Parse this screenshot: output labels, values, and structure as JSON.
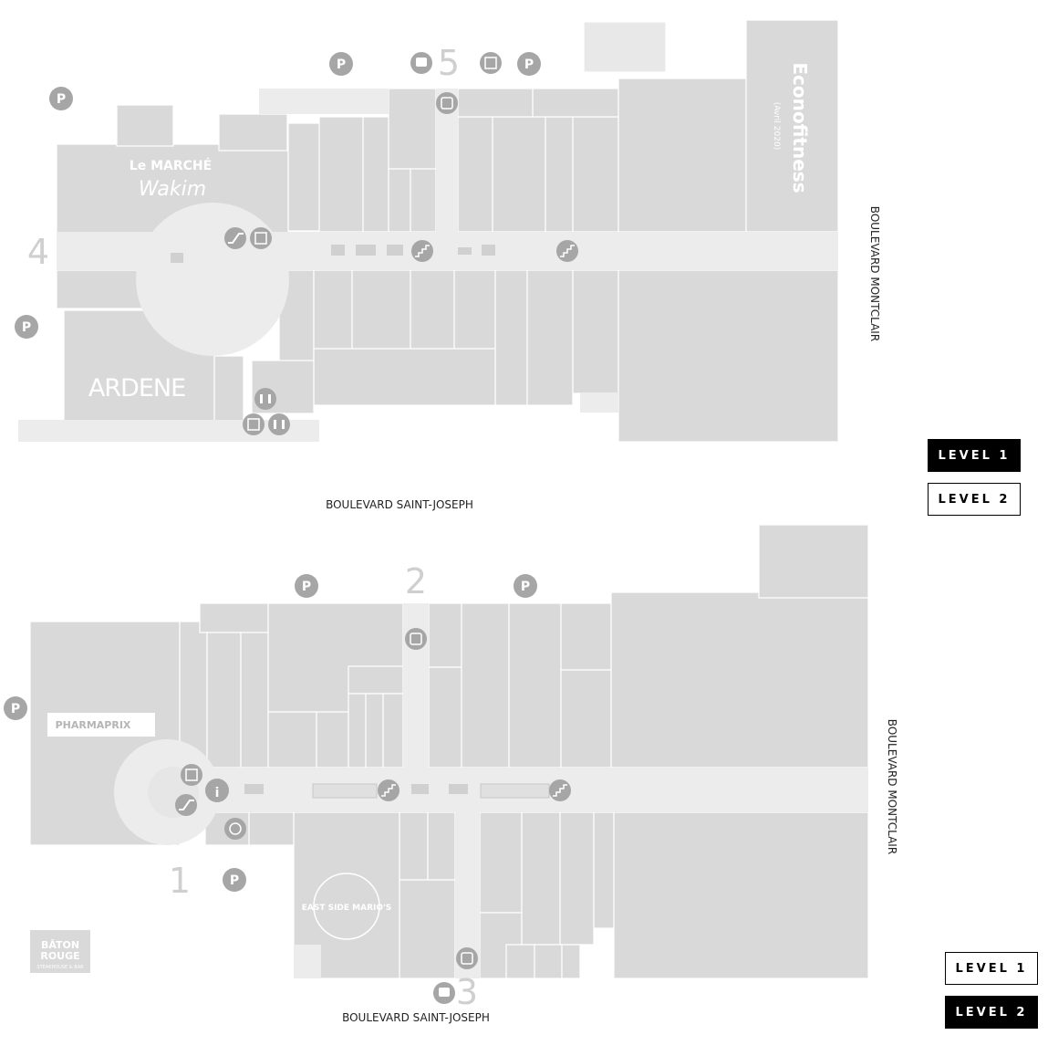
{
  "floor1": {
    "street_south": "BOULEVARD SAINT-JOSEPH",
    "street_east": "BOULEVARD MONTCLAIR",
    "entrances": [
      "4",
      "5"
    ],
    "stores": {
      "marche_line1": "Le MARCHÉ",
      "marche_line2": "Wakim",
      "ardene": "ARDENE",
      "econo": "Econofitness",
      "econo_small": "(Avril 2020)"
    },
    "level_buttons": [
      {
        "label": "LEVEL 1",
        "state": "active"
      },
      {
        "label": "LEVEL 2",
        "state": "inactive"
      }
    ]
  },
  "floor2": {
    "street_south": "BOULEVARD SAINT-JOSEPH",
    "street_east": "BOULEVARD MONTCLAIR",
    "entrances": [
      "2",
      "1",
      "3"
    ],
    "stores": {
      "pharmaprix": "PHARMAPRIX",
      "eastside": "EAST SIDE MARIO'S",
      "baton_line1": "BÂTON",
      "baton_line2": "ROUGE",
      "baton_line3": "STEAKHOUSE & BAR"
    },
    "level_buttons": [
      {
        "label": "LEVEL 1",
        "state": "inactive"
      },
      {
        "label": "LEVEL 2",
        "state": "active"
      }
    ]
  },
  "parking_label": "P",
  "info_label": "i",
  "icons": [
    "parking-icon",
    "escalator-icon",
    "stairs-icon",
    "elevator-icon",
    "restroom-icon",
    "phone-icon",
    "bus-icon",
    "info-icon",
    "starbucks-icon"
  ],
  "colors": {
    "store": "#d9d9d9",
    "corridor": "#ececec",
    "pin": "#a6a6a6",
    "active_button": "#000000"
  }
}
